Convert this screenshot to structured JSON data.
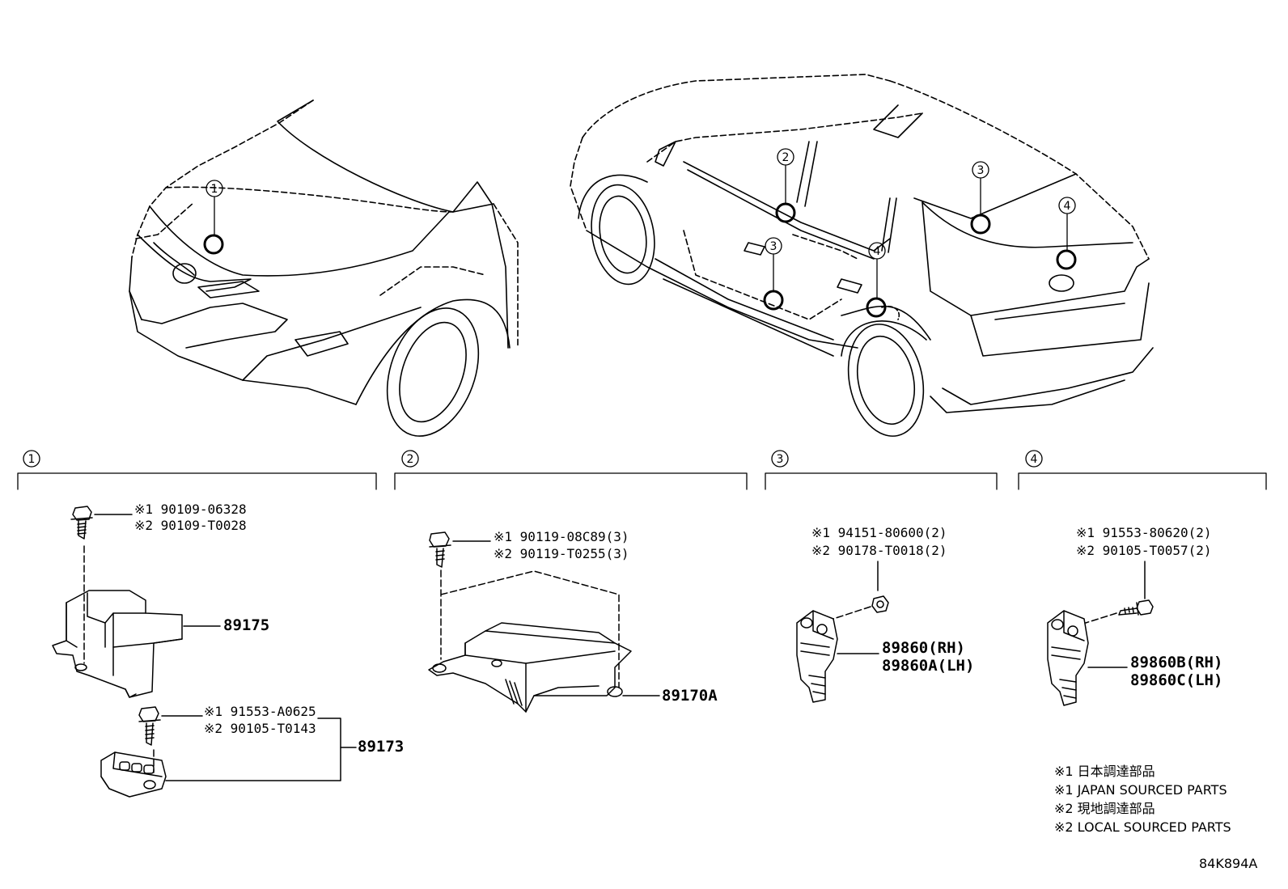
{
  "figure_id": "84K894A",
  "sections": [
    {
      "num": "1"
    },
    {
      "num": "2"
    },
    {
      "num": "3"
    },
    {
      "num": "4"
    }
  ],
  "callouts": {
    "front": "1",
    "interior_2": "2",
    "interior_3a": "3",
    "interior_3b": "3",
    "interior_4a": "4",
    "interior_4b": "4"
  },
  "s1": {
    "bolt_top_1": "※1 90109-06328",
    "bolt_top_2": "※2 90109-T0028",
    "bracket_part": "89175",
    "bolt_bottom_1": "※1 91553-A0625",
    "bolt_bottom_2": "※2 90105-T0143",
    "sensor_part": "89173"
  },
  "s2": {
    "bolt_1": "※1 90119-08C89(3)",
    "bolt_2": "※2 90119-T0255(3)",
    "ecu_part": "89170A"
  },
  "s3": {
    "nut_1": "※1 94151-80600(2)",
    "nut_2": "※2 90178-T0018(2)",
    "sensor_rh": "89860(RH)",
    "sensor_lh": "89860A(LH)"
  },
  "s4": {
    "bolt_1": "※1 91553-80620(2)",
    "bolt_2": "※2 90105-T0057(2)",
    "sensor_rh": "89860B(RH)",
    "sensor_lh": "89860C(LH)"
  },
  "legend": {
    "l1": "※1 日本調達部品",
    "l2": "※1 JAPAN SOURCED PARTS",
    "l3": "※2 現地調達部品",
    "l4": "※2 LOCAL SOURCED PARTS"
  }
}
